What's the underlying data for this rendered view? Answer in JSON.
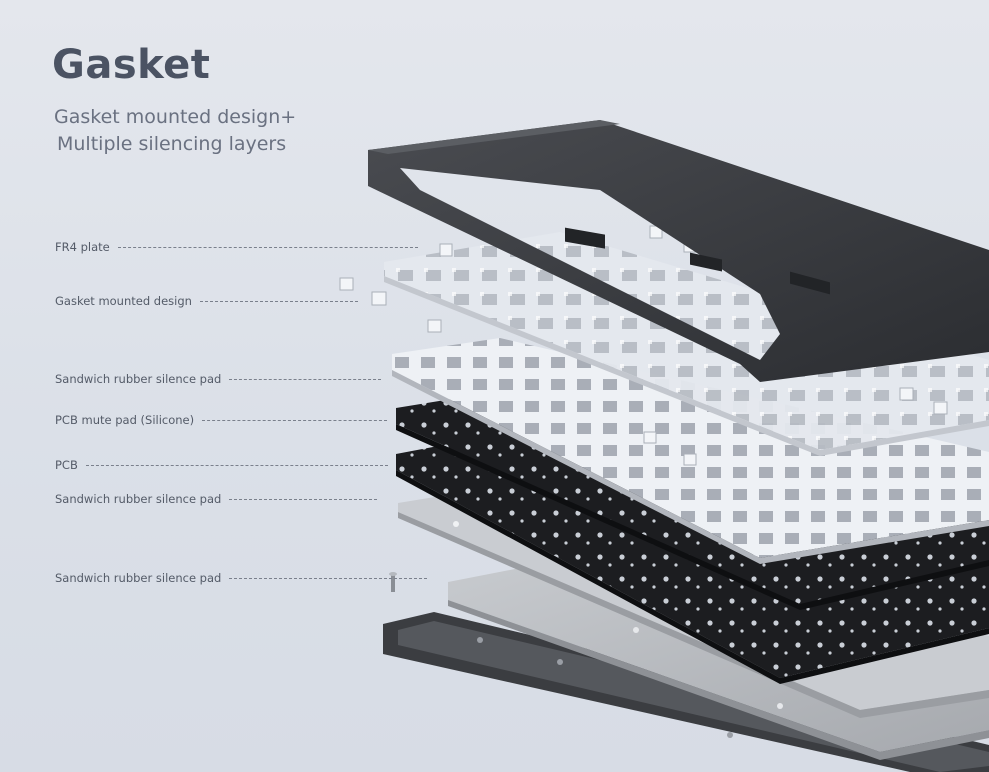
{
  "header": {
    "title": "Gasket",
    "subtitle_line1": "Gasket mounted design+",
    "subtitle_line2": "Multiple silencing layers"
  },
  "callouts": [
    {
      "label": "FR4 plate"
    },
    {
      "label": "Gasket mounted design"
    },
    {
      "label": "Sandwich rubber silence pad"
    },
    {
      "label": "PCB mute pad (Silicone)"
    },
    {
      "label": "PCB"
    },
    {
      "label": "Sandwich rubber silence pad"
    },
    {
      "label": "Sandwich rubber silence pad"
    }
  ],
  "colors": {
    "background": "#dfe3ea",
    "title": "#4b5363",
    "frame": "#3a3c40",
    "clear_layer": "#eef1f5",
    "black_layer": "#1c1d20",
    "aluminum": "#b9bcc1"
  }
}
